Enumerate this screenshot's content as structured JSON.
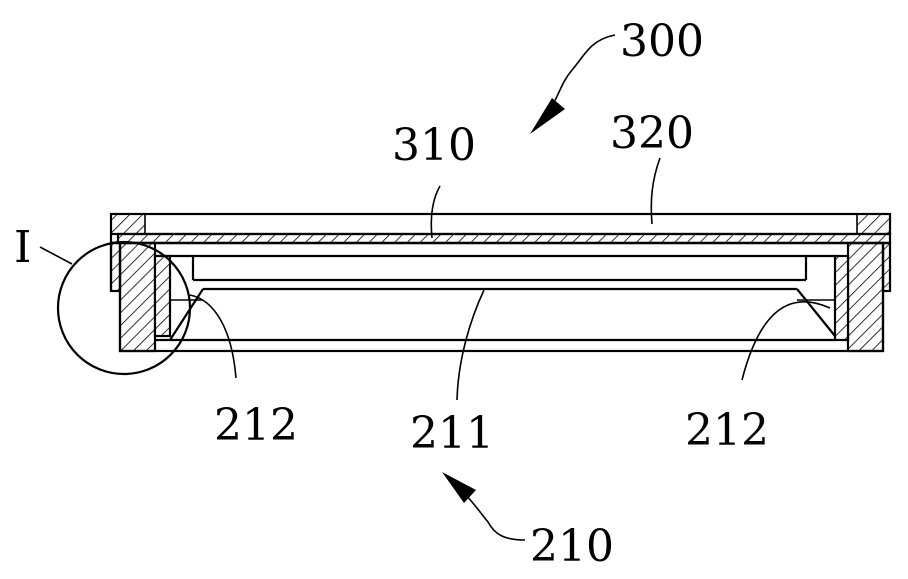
{
  "figure": {
    "labels": {
      "assembly_top": "300",
      "plate_310": "310",
      "layer_320": "320",
      "detail_marker": "I",
      "part_212_left": "212",
      "part_211": "211",
      "part_212_right": "212",
      "assembly_bottom": "210"
    },
    "colors": {
      "line": "#000000",
      "background": "#ffffff"
    }
  }
}
